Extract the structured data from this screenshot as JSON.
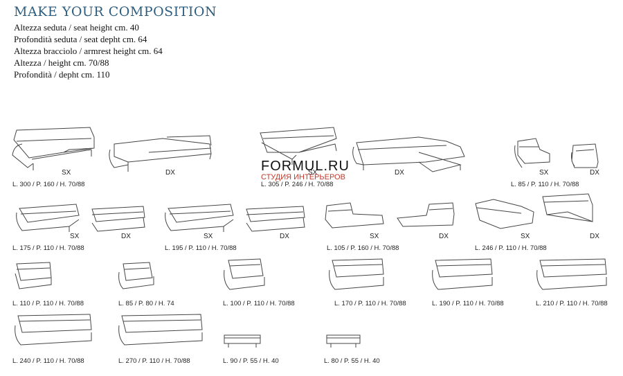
{
  "title": "MAKE YOUR COMPOSITION",
  "specs": [
    "Altezza seduta / seat height cm. 40",
    "Profondità seduta / seat depht cm. 64",
    "Altezza bracciolo / armrest height cm. 64",
    "Altezza / height cm. 70/88",
    "Profondità / depht cm. 110"
  ],
  "watermark": {
    "name": "FORMUL.RU",
    "tagline": "СТУДИЯ ИНТЕРЬЕРОВ"
  },
  "side_labels": {
    "sx": "SX",
    "dx": "DX"
  },
  "modules": [
    {
      "id": "m1",
      "dims": "L. 300 / P. 160 / H. 70/88"
    },
    {
      "id": "m2",
      "dims": "L. 305 / P. 246 / H. 70/88"
    },
    {
      "id": "m3",
      "dims": "L. 85 / P. 110 / H. 70/88"
    },
    {
      "id": "m4",
      "dims": "L. 175 / P. 110 / H. 70/88"
    },
    {
      "id": "m5",
      "dims": "L. 195 / P. 110 / H. 70/88"
    },
    {
      "id": "m6",
      "dims": "L. 105 / P. 160 / H. 70/88"
    },
    {
      "id": "m7",
      "dims": "L. 246 / P. 110 / H. 70/88"
    },
    {
      "id": "m8",
      "dims": "L. 110 / P. 110 / H. 70/88"
    },
    {
      "id": "m9",
      "dims": "L. 85 / P. 80 / H. 74"
    },
    {
      "id": "m10",
      "dims": "L. 100 / P. 110 / H. 70/88"
    },
    {
      "id": "m11",
      "dims": "L. 170 / P. 110 / H. 70/88"
    },
    {
      "id": "m12",
      "dims": "L. 190 / P. 110 / H. 70/88"
    },
    {
      "id": "m13",
      "dims": "L. 210 / P. 110 / H. 70/88"
    },
    {
      "id": "m14",
      "dims": "L. 240 / P. 110 / H. 70/88"
    },
    {
      "id": "m15",
      "dims": "L. 270 / P. 110 / H. 70/88"
    },
    {
      "id": "m16",
      "dims": "L. 90 / P. 55 / H. 40"
    },
    {
      "id": "m17",
      "dims": "L. 80 / P. 55 / H. 40"
    }
  ]
}
